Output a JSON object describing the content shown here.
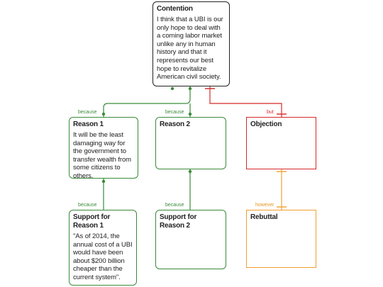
{
  "contention": {
    "title": "Contention",
    "text": "I think that a UBI is our only hope to deal with a coming labor market unlike any in human history and that it represents our best hope to revitalize American civil society."
  },
  "reason1": {
    "title": "Reason 1",
    "text": "It will be the least damaging way for the government to transfer wealth from some citizens to others."
  },
  "reason2": {
    "title": "Reason 2",
    "text": ""
  },
  "objection": {
    "title": "Objection",
    "text": ""
  },
  "support1": {
    "title": "Support for Reason 1",
    "text": "\"As of 2014, the annual cost of a UBI would have been about $200 billion cheaper than the current system\"."
  },
  "support2": {
    "title": "Support for Reason 2",
    "text": ""
  },
  "rebuttal": {
    "title": "Rebuttal",
    "text": ""
  },
  "labels": {
    "because_r1": "because",
    "because_r2": "because",
    "but_obj": "but",
    "because_s1": "because",
    "because_s2": "because",
    "however_reb": "however"
  },
  "colors": {
    "support": "#3a8a3a",
    "objection": "#d62828",
    "rebuttal": "#f0a030",
    "contention": "#222222"
  }
}
